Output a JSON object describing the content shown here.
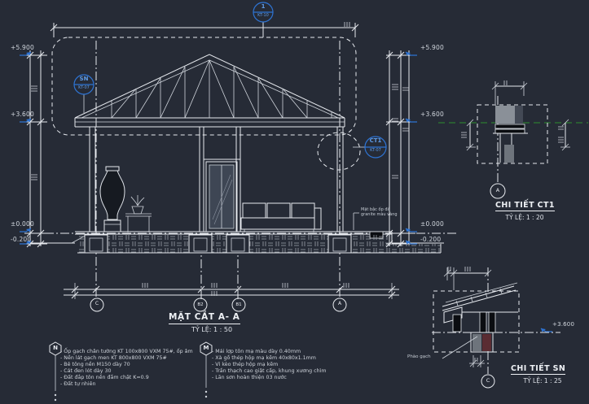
{
  "sheet": {
    "bg_color": "#262b36",
    "line_color": "#e7eaef",
    "accent_blue": "#2e74d4",
    "centerline_green": "#2f8f2f",
    "brick_maroon": "#5a2c32"
  },
  "main_section": {
    "title": "MẶT CẮT A- A",
    "scale": "TỶ LỆ: 1 : 50",
    "marker_top": {
      "label": "1",
      "sheet": "KT-10"
    },
    "marker_sn": {
      "label": "SN",
      "sheet": "KT-07"
    },
    "marker_ct1": {
      "label": "CT1",
      "sheet": "KT-07"
    },
    "levels": {
      "ridge": "+5.900",
      "eave": "+3.600",
      "floor": "±0.000",
      "ground": "-0.200"
    },
    "grid_bubbles": [
      "C",
      "B2",
      "B1",
      "A"
    ],
    "granite_label_line1": "Mặt bậc ốp đá",
    "granite_label_line2": "granite màu vàng"
  },
  "notes_left": {
    "key": "N",
    "items": [
      "- Ốp gạch chân tường KT 100x800 VXM 75#, ốp âm",
      "- Nền lát gạch men KT 800x800 VXM 75#",
      "- Bê tông nền M150 dày 70",
      "- Cát đen lót dày 30",
      "- Đất đắp tôn nền đầm chặt K=0.9",
      "- Đất tự nhiên"
    ]
  },
  "notes_right": {
    "key": "M",
    "items": [
      "- Mái lợp tôn mạ màu dày 0.40mm",
      "- Xà gồ thép hộp mạ kẽm 40x80x1.1mm",
      "- Vì kèo thép hộp mạ kẽm",
      "- Trần thạch cao giật cấp, khung xương chìm",
      "- Lăn sơn hoàn thiện 03 nước"
    ]
  },
  "detail_ct1": {
    "title": "CHI TIẾT CT1",
    "scale": "TỶ LỆ: 1 : 20",
    "bubble": "A"
  },
  "detail_sn": {
    "title": "CHI TIẾT SN",
    "scale": "TỶ LỆ: 1 : 25",
    "bubble": "C",
    "level": "+3.600",
    "callout": "Phào gạch"
  }
}
